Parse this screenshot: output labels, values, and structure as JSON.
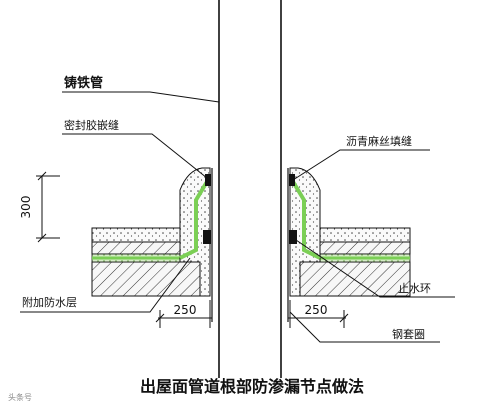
{
  "labels": {
    "cast_iron_pipe": "铸铁管",
    "sealant_joint": "密封胶嵌缝",
    "asphalt_hemp_joint": "沥青麻丝填缝",
    "height_300": "300",
    "water_stop_ring": "止水环",
    "additional_waterproof": "附加防水层",
    "dim_250_left": "250",
    "dim_250_right": "250",
    "steel_sleeve": "钢套圈"
  },
  "caption": "出屋面管道根部防渗漏节点做法",
  "watermark": "头条号",
  "colors": {
    "line": "#111111",
    "membrane": "#7bcf55",
    "membrane_fill": "#cfe8c0",
    "concrete": "#f4f4f4"
  }
}
